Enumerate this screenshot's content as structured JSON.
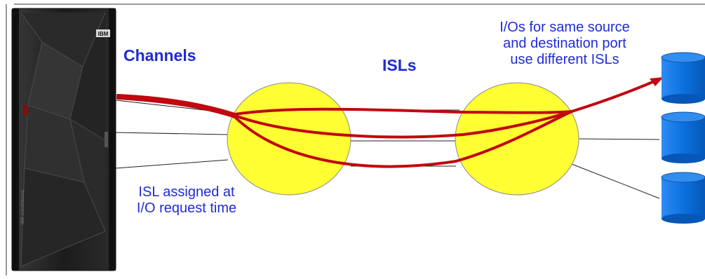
{
  "labels": {
    "channels": "Channels",
    "isls": "ISLs",
    "ios_note": [
      "I/Os for same source",
      "and destination port",
      "use different ISLs"
    ],
    "assigned_note": [
      "ISL assigned at",
      "I/O request time"
    ]
  },
  "server": {
    "brand": "IBM",
    "side_text": "IBM z/Architecture"
  },
  "colors": {
    "label_blue": "#1f2bd6",
    "switch_fill": "#ffff33",
    "flow_red": "#c0080e",
    "disk_blue": "#0b71e0",
    "frame_dark": "#202020"
  }
}
